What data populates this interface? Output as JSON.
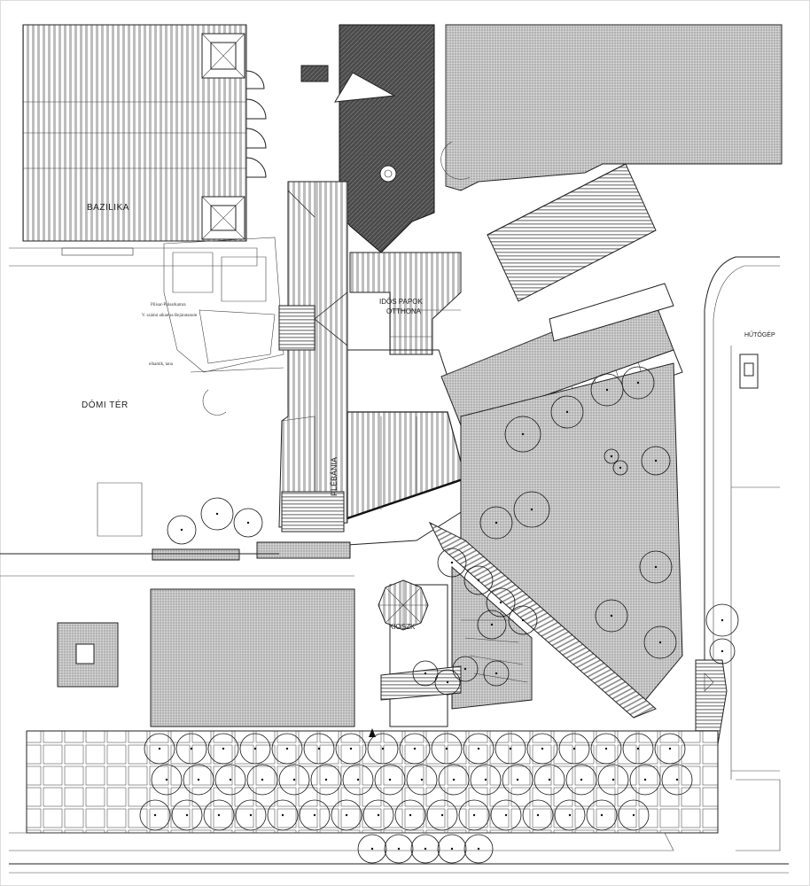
{
  "labels": {
    "bazilika": "BAZILIKA",
    "domi_ter": "DÓMI TÉR",
    "idos_papok_line1": "IDŐS PAPOK",
    "idos_papok_line2": "OTTHONA",
    "plebania": "PLÉBÁNIA",
    "kioszk": "KIOSZK",
    "hutogep": "HŰTŐGÉP"
  },
  "annotations": {
    "note_1": "Pilisar-Pilisarkamra",
    "note_2": "V. számú alkamra Bejáratanum",
    "note_3": "elhamlk, tana"
  },
  "colors": {
    "paper": "#ffffff",
    "line": "#222222",
    "hatch_grey": "#b8b8b8",
    "dark_roof": "#4a4a4a"
  }
}
